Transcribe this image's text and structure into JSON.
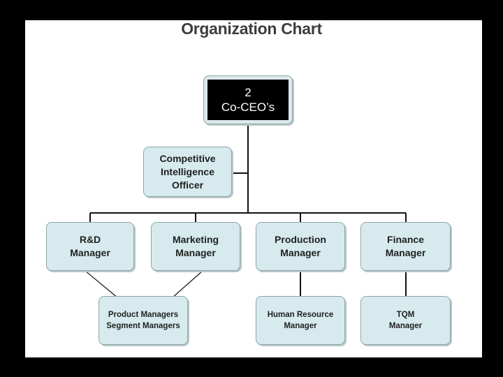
{
  "title": "Organization Chart",
  "nodes": {
    "ceo": {
      "line1": "2",
      "line2": "Co-CEO’s"
    },
    "ci": {
      "line1": "Competitive",
      "line2": "Intelligence Officer"
    },
    "rnd": {
      "line1": "R&D",
      "line2": "Manager"
    },
    "marketing": {
      "line1": "Marketing",
      "line2": "Manager"
    },
    "production": {
      "line1": "Production",
      "line2": "Manager"
    },
    "finance": {
      "line1": "Finance",
      "line2": "Manager"
    },
    "product": {
      "line1": "Product Managers",
      "line2": "Segment Managers"
    },
    "hr": {
      "line1": "Human Resource",
      "line2": "Manager"
    },
    "tqm": {
      "line1": "TQM",
      "line2": "Manager"
    }
  },
  "colors": {
    "background": "#000000",
    "slide": "#ffffff",
    "box_fill": "#d7ebee",
    "box_border": "#8fa5a9",
    "ceo_label_bg": "#000000"
  }
}
